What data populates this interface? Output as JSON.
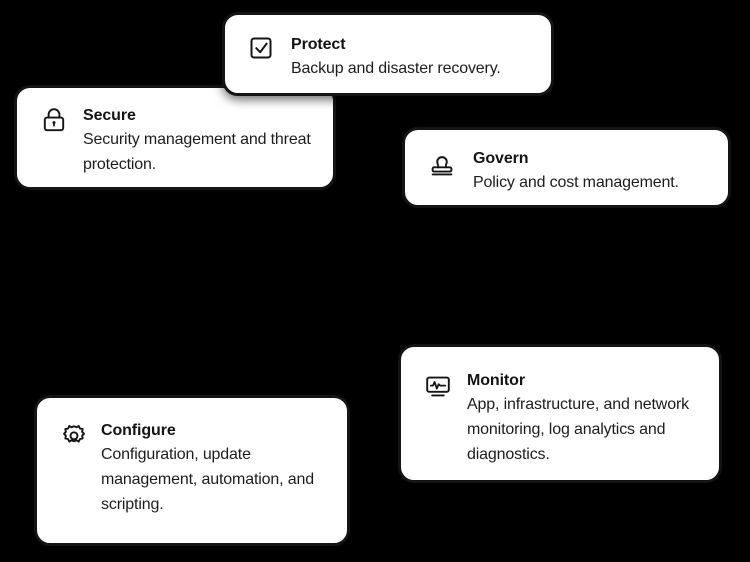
{
  "background_color": "#000000",
  "card_style": {
    "background": "#ffffff",
    "border_color": "#141414",
    "text_color": "#141414"
  },
  "cards": [
    {
      "id": "protect",
      "icon": "checkbox-checked-icon",
      "title": "Protect",
      "description": "Backup and disaster recovery."
    },
    {
      "id": "secure",
      "icon": "lock-icon",
      "title": "Secure",
      "description": "Security management and threat protection."
    },
    {
      "id": "govern",
      "icon": "stamp-icon",
      "title": "Govern",
      "description": "Policy and cost management."
    },
    {
      "id": "monitor",
      "icon": "monitor-pulse-icon",
      "title": "Monitor",
      "description": "App, infrastructure, and network monitoring, log analytics and diagnostics."
    },
    {
      "id": "configure",
      "icon": "gear-icon",
      "title": "Configure",
      "description": "Configuration, update management, automation, and scripting."
    }
  ]
}
